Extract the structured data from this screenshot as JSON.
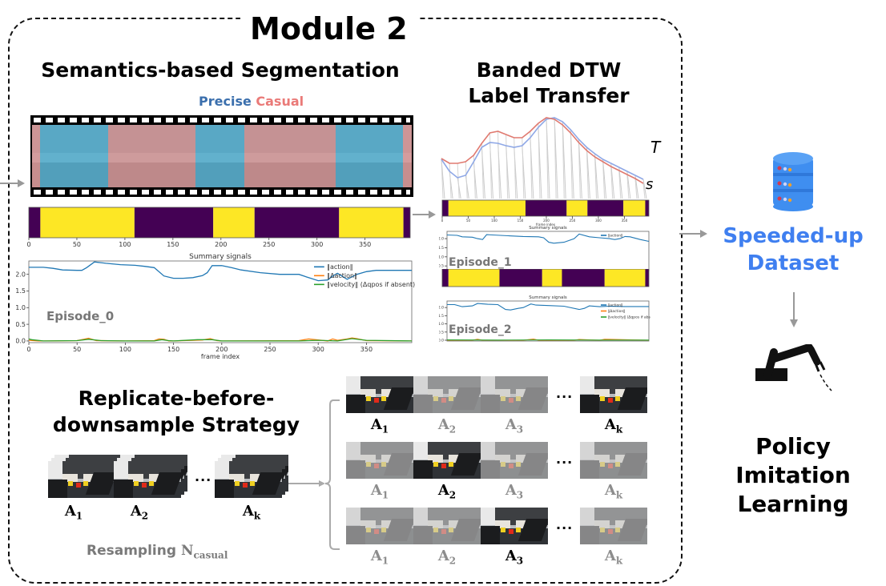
{
  "module": {
    "title": "Module 2"
  },
  "segmentation": {
    "title": "Semantics-based Segmentation",
    "legend": {
      "precise": "Precise",
      "casual": "Casual"
    },
    "colors": {
      "precise": "#3b6fad",
      "casual": "#ea7a78",
      "yellow": "#fde725",
      "purple": "#440154"
    }
  },
  "dtw": {
    "title_line1": "Banded DTW",
    "title_line2": "Label Transfer",
    "curve_labels": {
      "top": "T",
      "bottom": "s"
    },
    "colors": {
      "T": "#8fa8e6",
      "s": "#e07a70",
      "links": "#c8c8c8"
    }
  },
  "replicate": {
    "title_line1": "Replicate-before-",
    "title_line2": "downsample Strategy",
    "resampling_label": "Resampling ",
    "resampling_symbol": "N",
    "resampling_sub": "casual",
    "input_labels": [
      {
        "base": "A",
        "sub": "1"
      },
      {
        "base": "A",
        "sub": "2"
      },
      {
        "base": "A",
        "sub": "k"
      }
    ],
    "ellipsis": "···",
    "grid_rows": [
      {
        "labels": [
          {
            "base": "A",
            "sub": "1"
          },
          {
            "base": "A",
            "sub": "2"
          },
          {
            "base": "A",
            "sub": "3"
          },
          {
            "base": "A",
            "sub": "k"
          }
        ],
        "highlight": [
          0,
          3
        ]
      },
      {
        "labels": [
          {
            "base": "A",
            "sub": "1"
          },
          {
            "base": "A",
            "sub": "2"
          },
          {
            "base": "A",
            "sub": "3"
          },
          {
            "base": "A",
            "sub": "k"
          }
        ],
        "highlight": [
          1
        ]
      },
      {
        "labels": [
          {
            "base": "A",
            "sub": "1"
          },
          {
            "base": "A",
            "sub": "2"
          },
          {
            "base": "A",
            "sub": "3"
          },
          {
            "base": "A",
            "sub": "k"
          }
        ],
        "highlight": [
          2
        ]
      }
    ]
  },
  "output": {
    "dataset_line1": "Speeded-up",
    "dataset_line2": "Dataset",
    "dataset_color": "#3f7ff0",
    "policy_line1": "Policy",
    "policy_line2": "Imitation",
    "policy_line3": "Learning"
  },
  "chart_data": [
    {
      "type": "heatmap",
      "name": "episode_0_segments",
      "xlabel": "frame index",
      "xlim": [
        0,
        397
      ],
      "xticks": [
        0,
        50,
        100,
        150,
        200,
        250,
        300,
        350
      ],
      "segments": [
        {
          "start": 0,
          "end": 12,
          "label": "purple"
        },
        {
          "start": 12,
          "end": 110,
          "label": "yellow"
        },
        {
          "start": 110,
          "end": 192,
          "label": "purple"
        },
        {
          "start": 192,
          "end": 235,
          "label": "yellow"
        },
        {
          "start": 235,
          "end": 323,
          "label": "purple"
        },
        {
          "start": 323,
          "end": 390,
          "label": "yellow"
        },
        {
          "start": 390,
          "end": 397,
          "label": "purple"
        }
      ]
    },
    {
      "type": "line",
      "name": "episode_0_summary",
      "title": "Summary signals",
      "annotation": "Episode_0",
      "xlabel": "frame index",
      "xlim": [
        0,
        397
      ],
      "ylim": [
        -0.05,
        2.4
      ],
      "xticks": [
        0,
        50,
        100,
        150,
        200,
        250,
        300,
        350
      ],
      "yticks": [
        0.0,
        0.5,
        1.0,
        1.5,
        2.0
      ],
      "legend": "top-right",
      "series": [
        {
          "name": "‖action‖",
          "color": "#1f77b4",
          "x": [
            0,
            15,
            25,
            35,
            50,
            55,
            60,
            68,
            80,
            95,
            110,
            120,
            130,
            140,
            150,
            160,
            170,
            180,
            185,
            190,
            200,
            210,
            220,
            240,
            260,
            280,
            290,
            300,
            310,
            315,
            320,
            330,
            340,
            350,
            360,
            370,
            397
          ],
          "y": [
            2.21,
            2.21,
            2.18,
            2.13,
            2.12,
            2.12,
            2.2,
            2.37,
            2.33,
            2.29,
            2.27,
            2.24,
            2.2,
            1.95,
            1.88,
            1.88,
            1.9,
            1.96,
            2.05,
            2.26,
            2.26,
            2.2,
            2.13,
            2.05,
            2.0,
            2.0,
            1.9,
            1.81,
            1.83,
            1.95,
            2.03,
            1.85,
            2.0,
            2.08,
            2.12,
            2.12,
            2.12
          ]
        },
        {
          "name": "‖Δaction‖",
          "color": "#ff7f0e",
          "x": [
            0,
            10,
            20,
            50,
            62,
            70,
            100,
            130,
            135,
            140,
            145,
            150,
            180,
            188,
            195,
            200,
            280,
            290,
            300,
            310,
            315,
            320,
            330,
            335,
            340,
            350,
            397
          ],
          "y": [
            0.02,
            0.0,
            0.0,
            0.01,
            0.08,
            0.01,
            0.0,
            0.01,
            0.06,
            0.05,
            0.0,
            0.0,
            0.03,
            0.07,
            0.01,
            0.0,
            0.01,
            0.06,
            0.03,
            0.0,
            0.06,
            0.02,
            0.06,
            0.09,
            0.07,
            0.01,
            0.0
          ]
        },
        {
          "name": "‖velocity‖ (Δqpos if absent)",
          "color": "#2ca02c",
          "x": [
            0,
            3,
            15,
            50,
            62,
            75,
            100,
            130,
            138,
            145,
            150,
            175,
            190,
            200,
            280,
            300,
            320,
            335,
            350,
            397
          ],
          "y": [
            0.06,
            0.04,
            0.0,
            0.01,
            0.05,
            0.01,
            0.0,
            0.0,
            0.04,
            0.01,
            0.0,
            0.04,
            0.04,
            0.0,
            0.0,
            0.02,
            0.0,
            0.07,
            0.02,
            0.0
          ]
        }
      ]
    },
    {
      "type": "line",
      "name": "dtw_alignment",
      "series": [
        {
          "name": "T",
          "color": "#8fa8e6",
          "x": [
            0,
            10,
            20,
            30,
            40,
            50,
            60,
            70,
            80,
            90,
            100,
            110,
            120,
            130,
            140,
            150,
            160,
            170,
            180,
            190,
            200,
            210,
            220,
            230,
            240,
            250
          ],
          "y": [
            0.45,
            0.3,
            0.22,
            0.25,
            0.42,
            0.6,
            0.66,
            0.65,
            0.62,
            0.6,
            0.62,
            0.72,
            0.85,
            0.95,
            0.97,
            0.92,
            0.82,
            0.7,
            0.6,
            0.52,
            0.45,
            0.4,
            0.35,
            0.3,
            0.25,
            0.2
          ]
        },
        {
          "name": "s",
          "color": "#e07a70",
          "x": [
            0,
            10,
            20,
            30,
            40,
            50,
            60,
            70,
            80,
            90,
            100,
            110,
            120,
            130,
            140,
            150,
            160,
            170,
            180,
            190,
            200,
            210,
            220,
            230,
            240,
            250
          ],
          "y": [
            0.46,
            0.4,
            0.4,
            0.42,
            0.5,
            0.65,
            0.78,
            0.8,
            0.76,
            0.72,
            0.72,
            0.8,
            0.9,
            0.97,
            0.95,
            0.88,
            0.78,
            0.66,
            0.56,
            0.48,
            0.42,
            0.36,
            0.31,
            0.26,
            0.21,
            0.15
          ]
        }
      ]
    },
    {
      "type": "heatmap",
      "name": "dtw_transferred_segments",
      "xlabel": "frame index",
      "xlim": [
        0,
        397
      ],
      "xticks": [
        0,
        50,
        100,
        150,
        200,
        250,
        300,
        350
      ],
      "segments": [
        {
          "start": 0,
          "end": 12,
          "label": "purple"
        },
        {
          "start": 12,
          "end": 160,
          "label": "yellow"
        },
        {
          "start": 160,
          "end": 239,
          "label": "purple"
        },
        {
          "start": 239,
          "end": 279,
          "label": "yellow"
        },
        {
          "start": 279,
          "end": 348,
          "label": "purple"
        },
        {
          "start": 348,
          "end": 390,
          "label": "yellow"
        },
        {
          "start": 390,
          "end": 397,
          "label": "purple"
        }
      ]
    },
    {
      "type": "line",
      "name": "episode_1_summary",
      "title": "Summary signals",
      "annotation": "Episode_1",
      "xlabel": "frame index",
      "xlim": [
        0,
        397
      ],
      "ylim": [
        0.2,
        2.4
      ],
      "yticks": [
        0.5,
        1.0,
        1.5,
        2.0
      ],
      "legend": "top-right",
      "series": [
        {
          "name": "‖action‖",
          "color": "#1f77b4",
          "x": [
            0,
            20,
            30,
            50,
            60,
            70,
            78,
            90,
            120,
            150,
            180,
            190,
            200,
            210,
            230,
            250,
            260,
            280,
            300,
            320,
            330,
            340,
            350,
            360,
            380,
            397
          ],
          "y": [
            2.2,
            2.18,
            2.1,
            2.08,
            2.0,
            1.95,
            2.22,
            2.2,
            2.16,
            2.12,
            2.1,
            2.05,
            1.8,
            1.75,
            1.8,
            2.0,
            2.25,
            2.1,
            2.05,
            2.0,
            1.95,
            2.0,
            2.12,
            2.1,
            1.95,
            1.85
          ]
        }
      ]
    },
    {
      "type": "heatmap",
      "name": "episode_1_segments",
      "xlabel": "frame index",
      "xlim": [
        0,
        397
      ],
      "segments": [
        {
          "start": 0,
          "end": 12,
          "label": "purple"
        },
        {
          "start": 12,
          "end": 110,
          "label": "yellow"
        },
        {
          "start": 110,
          "end": 192,
          "label": "purple"
        },
        {
          "start": 192,
          "end": 230,
          "label": "yellow"
        },
        {
          "start": 230,
          "end": 312,
          "label": "purple"
        },
        {
          "start": 312,
          "end": 390,
          "label": "yellow"
        },
        {
          "start": 390,
          "end": 397,
          "label": "purple"
        }
      ]
    },
    {
      "type": "line",
      "name": "episode_2_summary",
      "title": "Summary signals",
      "annotation": "Episode_2",
      "xlabel": "frame index",
      "xlim": [
        0,
        397
      ],
      "ylim": [
        -0.05,
        2.4
      ],
      "yticks": [
        0.0,
        0.5,
        1.0,
        1.5,
        2.0
      ],
      "legend": "top-right",
      "series": [
        {
          "name": "‖action‖",
          "color": "#1f77b4",
          "x": [
            0,
            15,
            30,
            50,
            60,
            80,
            100,
            115,
            125,
            140,
            150,
            165,
            175,
            200,
            230,
            260,
            270,
            280,
            300,
            320,
            350,
            397
          ],
          "y": [
            2.18,
            2.18,
            2.05,
            2.1,
            2.25,
            2.2,
            2.18,
            1.88,
            1.85,
            1.95,
            2.0,
            2.22,
            2.15,
            2.12,
            2.08,
            1.88,
            1.95,
            2.1,
            2.05,
            2.08,
            2.06,
            2.06
          ]
        },
        {
          "name": "‖Δaction‖",
          "color": "#ff7f0e",
          "x": [
            0,
            50,
            60,
            70,
            150,
            170,
            180,
            250,
            260,
            300,
            310,
            397
          ],
          "y": [
            0.0,
            0.0,
            0.06,
            0.0,
            0.0,
            0.07,
            0.0,
            0.0,
            0.05,
            0.0,
            0.06,
            0.0
          ]
        },
        {
          "name": "‖velocity‖ (Δqpos if absent)",
          "color": "#2ca02c",
          "x": [
            0,
            100,
            200,
            300,
            397
          ],
          "y": [
            0.02,
            0.01,
            0.02,
            0.01,
            0.01
          ]
        }
      ]
    }
  ]
}
